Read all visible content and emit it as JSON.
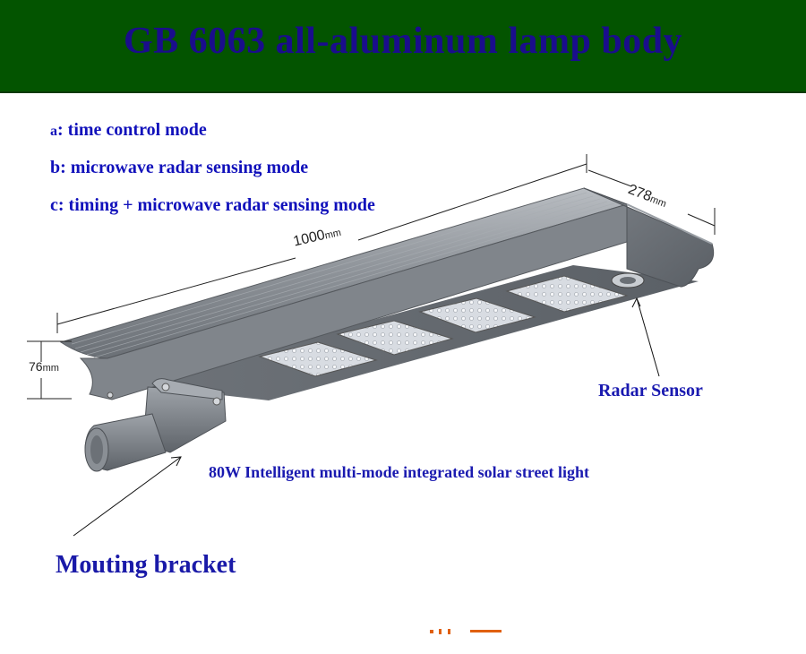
{
  "banner": {
    "title": "GB 6063 all-aluminum lamp body"
  },
  "modes": [
    {
      "prefix": "a",
      "text": ": time control mode"
    },
    {
      "prefix": "b",
      "text": ": microwave radar sensing mode"
    },
    {
      "prefix": "c",
      "text": ": timing + microwave radar sensing mode"
    }
  ],
  "dimensions": {
    "length": {
      "value": "1000",
      "unit": "mm"
    },
    "width": {
      "value": "278",
      "unit": "mm"
    },
    "height": {
      "value": "76",
      "unit": "mm"
    }
  },
  "labels": {
    "radar": "Radar Sensor",
    "product": "80W Intelligent multi-mode integrated solar street light",
    "bracket": "Mouting bracket"
  },
  "colors": {
    "banner_bg": "#035400",
    "banner_title": "#1a0d8c",
    "label_text": "#1a1ab0",
    "lamp_body": "#8f949a"
  }
}
